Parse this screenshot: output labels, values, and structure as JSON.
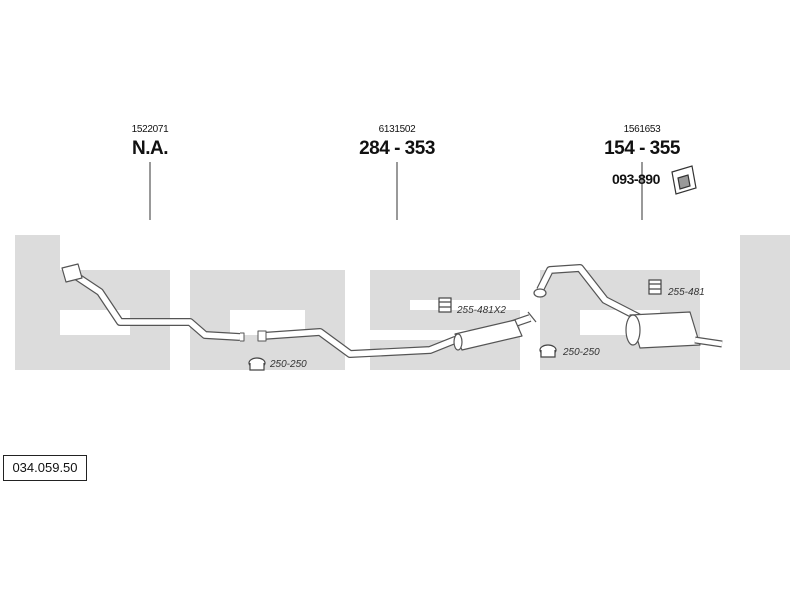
{
  "reference_number": "034.059.50",
  "sections": [
    {
      "part_number": "1522071",
      "price_code": "N.A."
    },
    {
      "part_number": "6131502",
      "price_code": "284 - 353"
    },
    {
      "part_number": "1561653",
      "price_code": "154 - 355"
    }
  ],
  "mount_kit": "093-890",
  "accessory_labels": {
    "clamp_front": "250-250",
    "hanger_middle": "255-481X2",
    "clamp_rear": "250-250",
    "hanger_rear": "255-481"
  },
  "colors": {
    "watermark": "#dcdcdc",
    "line": "#555555"
  }
}
